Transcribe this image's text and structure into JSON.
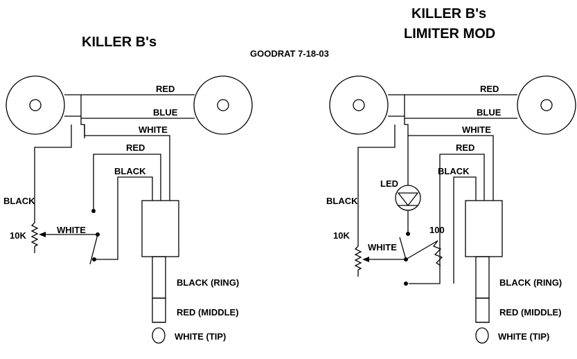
{
  "header": {
    "left_title": "KILLER B's",
    "right_title_line1": "KILLER B's",
    "right_title_line2": "LIMITER MOD",
    "author": "GOODRAT 7-18-03"
  },
  "left": {
    "wire_red": "RED",
    "wire_blue": "BLUE",
    "wire_white": "WHITE",
    "switch_red": "RED",
    "switch_black": "BLACK",
    "pot_black": "BLACK",
    "pot_value": "10K",
    "pot_white": "WHITE",
    "jack_ring": "BLACK (RING)",
    "jack_middle": "RED (MIDDLE)",
    "jack_tip": "WHITE (TIP)"
  },
  "right": {
    "wire_red": "RED",
    "wire_blue": "BLUE",
    "wire_white": "WHITE",
    "switch_red": "RED",
    "switch_black": "BLACK",
    "led": "LED",
    "pot_black": "BLACK",
    "pot_value": "10K",
    "pot_white": "WHITE",
    "resistor_value": "100",
    "jack_ring": "BLACK (RING)",
    "jack_middle": "RED (MIDDLE)",
    "jack_tip": "WHITE (TIP)"
  }
}
